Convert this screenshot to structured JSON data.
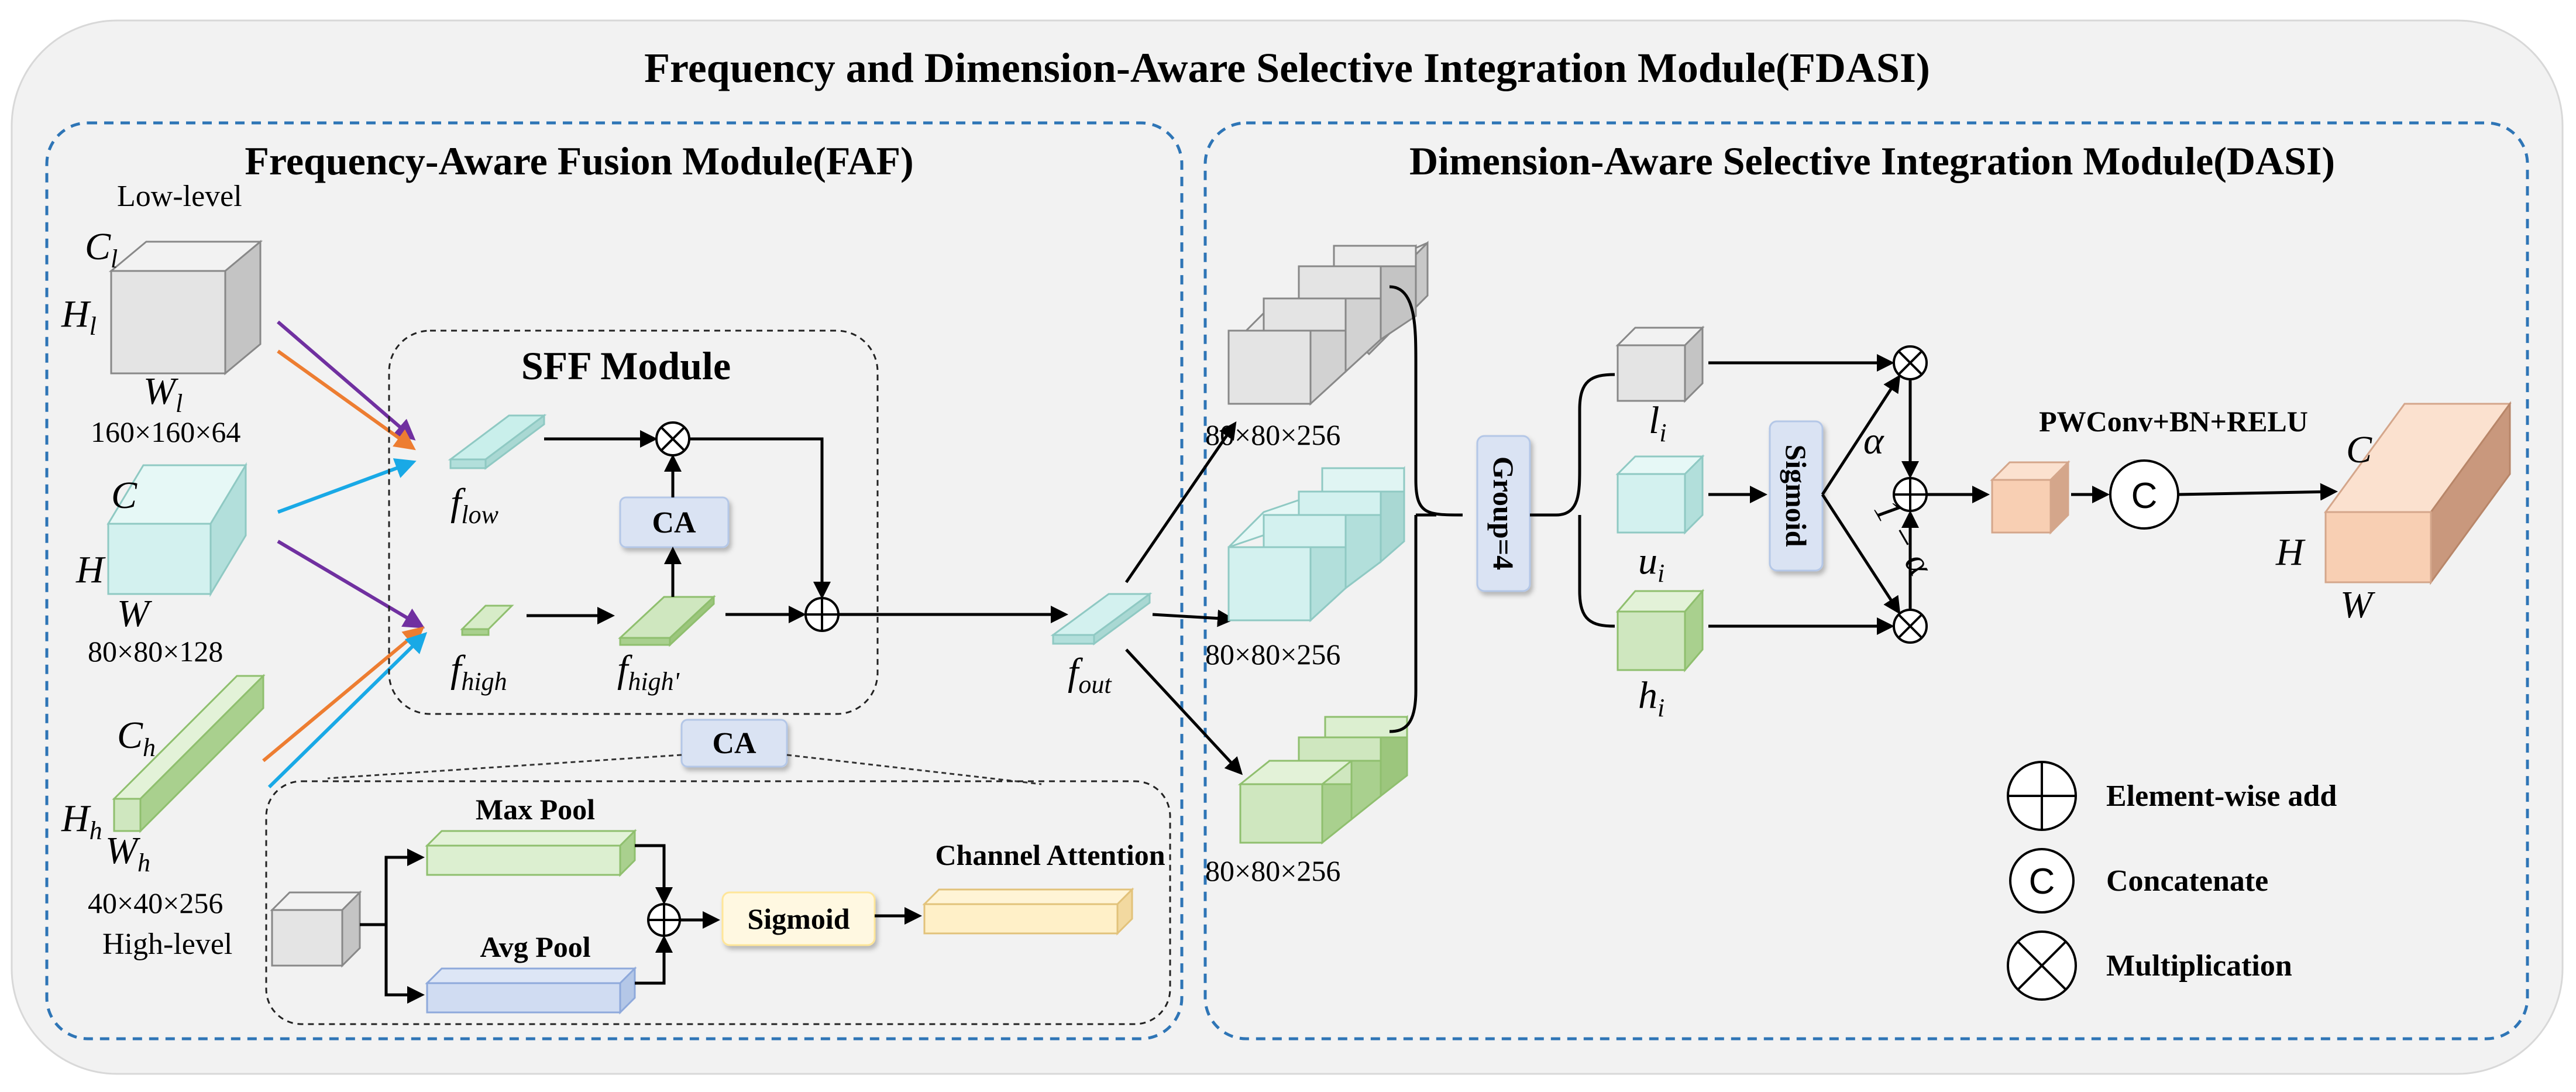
{
  "title": "Frequency and Dimension-Aware Selective Integration Module(FDASI)",
  "faf": {
    "title": "Frequency-Aware Fusion Module(FAF)",
    "low_level": "Low-level",
    "high_level": "High-level",
    "low_label_c": "C",
    "low_label_c_sub": "l",
    "low_label_h": "H",
    "low_label_h_sub": "l",
    "low_label_w": "W",
    "low_label_w_sub": "l",
    "low_dims": "160×160×64",
    "mid_label_c": "C",
    "mid_label_h": "H",
    "mid_label_w": "W",
    "mid_dims": "80×80×128",
    "high_label_c": "C",
    "high_label_c_sub": "h",
    "high_label_h": "H",
    "high_label_h_sub": "h",
    "high_label_w": "W",
    "high_label_w_sub": "h",
    "high_dims": "40×40×256"
  },
  "sff": {
    "title": "SFF Module",
    "f": "f",
    "f_low_sub": "low",
    "f_high_sub": "high",
    "f_highp_sub": "high'",
    "ca": "CA"
  },
  "ca_detail": {
    "label": "CA",
    "max_pool": "Max Pool",
    "avg_pool": "Avg Pool",
    "sigmoid": "Sigmoid",
    "channel_attention": "Channel Attention"
  },
  "f_out": {
    "f": "f",
    "sub": "out"
  },
  "dasi": {
    "title": "Dimension-Aware Selective Integration Module(DASI)",
    "dims_top": "80×80×256",
    "dims_mid": "80×80×256",
    "dims_bot": "80×80×256",
    "group": "Group=4",
    "l": "l",
    "u": "u",
    "h": "h",
    "i": "i",
    "sigmoid": "Sigmoid",
    "alpha": "α",
    "one_minus_alpha": "1 − α",
    "pwconv": "PWConv+BN+RELU",
    "out_c": "C",
    "out_h": "H",
    "out_w": "W"
  },
  "legend": {
    "add": "Element-wise add",
    "concat": "Concatenate",
    "concat_symbol": "C",
    "mult": "Multiplication"
  },
  "colors": {
    "gray_front": "#e4e4e4",
    "gray_top": "#f2f2f2",
    "gray_side": "#c4c4c4",
    "cyan_front": "#d3f1ef",
    "cyan_top": "#e6f8f6",
    "cyan_side": "#b2dfdb",
    "green_front": "#cfe7bf",
    "green_top": "#e3f2d8",
    "green_side": "#a9d08e",
    "orange_front": "#f8cfb3",
    "orange_top": "#fbe1cf",
    "orange_side": "#d4a68b",
    "dashed_blue": "#2e75b6",
    "purple": "#7030a0",
    "orange": "#ed7d31",
    "cyan": "#19a9e6"
  }
}
